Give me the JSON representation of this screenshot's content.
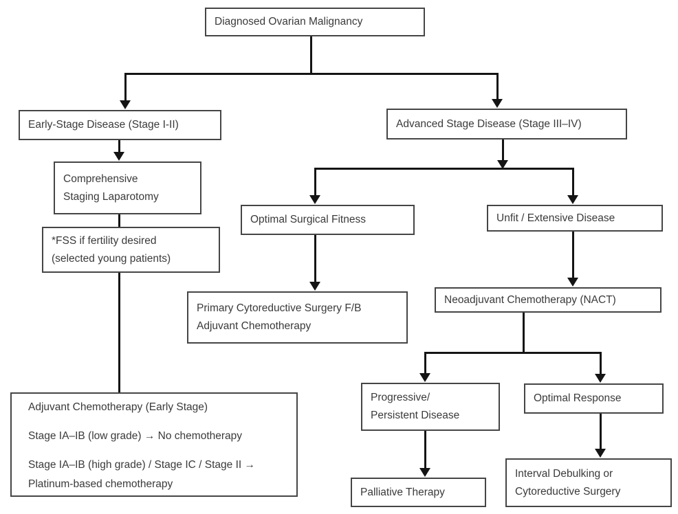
{
  "diagram": {
    "type": "flowchart",
    "colors": {
      "background": "#ffffff",
      "box_border": "#454545",
      "text": "#3a3a3a",
      "connector": "#141414"
    },
    "nodes": {
      "root": {
        "label": "Diagnosed Ovarian Malignancy"
      },
      "early": {
        "label": "Early-Stage Disease (Stage I-II)"
      },
      "staging": {
        "line1": "Comprehensive",
        "line2": "Staging Laparotomy"
      },
      "fss": {
        "line1": "*FSS if fertility desired",
        "line2": "(selected young patients)"
      },
      "adjuvant_early": {
        "para1": "Adjuvant Chemotherapy (Early Stage)",
        "para2": "Stage IA–IB (low grade) → No chemotherapy",
        "para3": "Stage IA–IB (high grade) / Stage IC / Stage II → Platinum-based chemotherapy"
      },
      "advanced": {
        "label": "Advanced Stage Disease (Stage III–IV)"
      },
      "fit": {
        "label": "Optimal Surgical Fitness"
      },
      "unfit": {
        "label": "Unfit / Extensive Disease"
      },
      "pcs": {
        "line1": "Primary Cytoreductive Surgery F/B",
        "line2": "Adjuvant Chemotherapy"
      },
      "nact": {
        "label": "Neoadjuvant Chemotherapy (NACT)"
      },
      "progressive": {
        "line1": "Progressive/",
        "line2": "Persistent Disease"
      },
      "optimal_response": {
        "label": "Optimal Response"
      },
      "palliative": {
        "label": "Palliative Therapy"
      },
      "interval": {
        "line1": "Interval Debulking or",
        "line2": "Cytoreductive Surgery"
      }
    }
  }
}
